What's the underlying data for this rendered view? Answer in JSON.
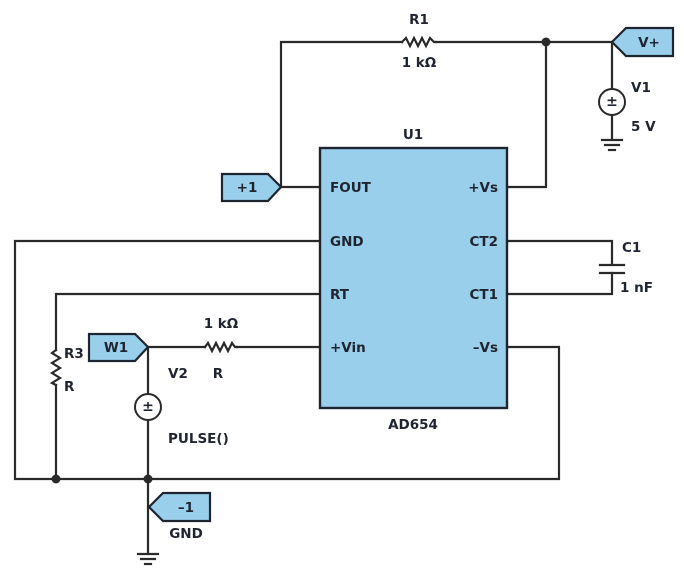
{
  "diagram": {
    "type": "schematic",
    "colors": {
      "wire": "#2a2a2a",
      "chip_fill": "#9acfeb",
      "outline": "#1e2430",
      "text": "#1e2430"
    },
    "chip": {
      "ref": "U1",
      "part": "AD654",
      "pins_left": [
        "FOUT",
        "GND",
        "RT",
        "+Vin"
      ],
      "pins_right": [
        "+Vs",
        "CT2",
        "CT1",
        "–Vs"
      ]
    },
    "resistors": {
      "r1": {
        "ref": "R1",
        "value": "1 kΩ"
      },
      "r2": {
        "value_top": "1 kΩ",
        "value_bottom": "R"
      },
      "r3": {
        "ref": "R3",
        "value": "R"
      }
    },
    "capacitor": {
      "ref": "C1",
      "value": "1 nF"
    },
    "sources": {
      "v1": {
        "ref": "V1",
        "value": "5 V",
        "symbol": "±"
      },
      "v2": {
        "ref": "V2",
        "value": "PULSE()",
        "symbol": "±"
      }
    },
    "net_labels": {
      "vplus": "V+",
      "plus1": "+1",
      "w1": "W1",
      "minus1": "–1",
      "gnd": "GND"
    }
  }
}
